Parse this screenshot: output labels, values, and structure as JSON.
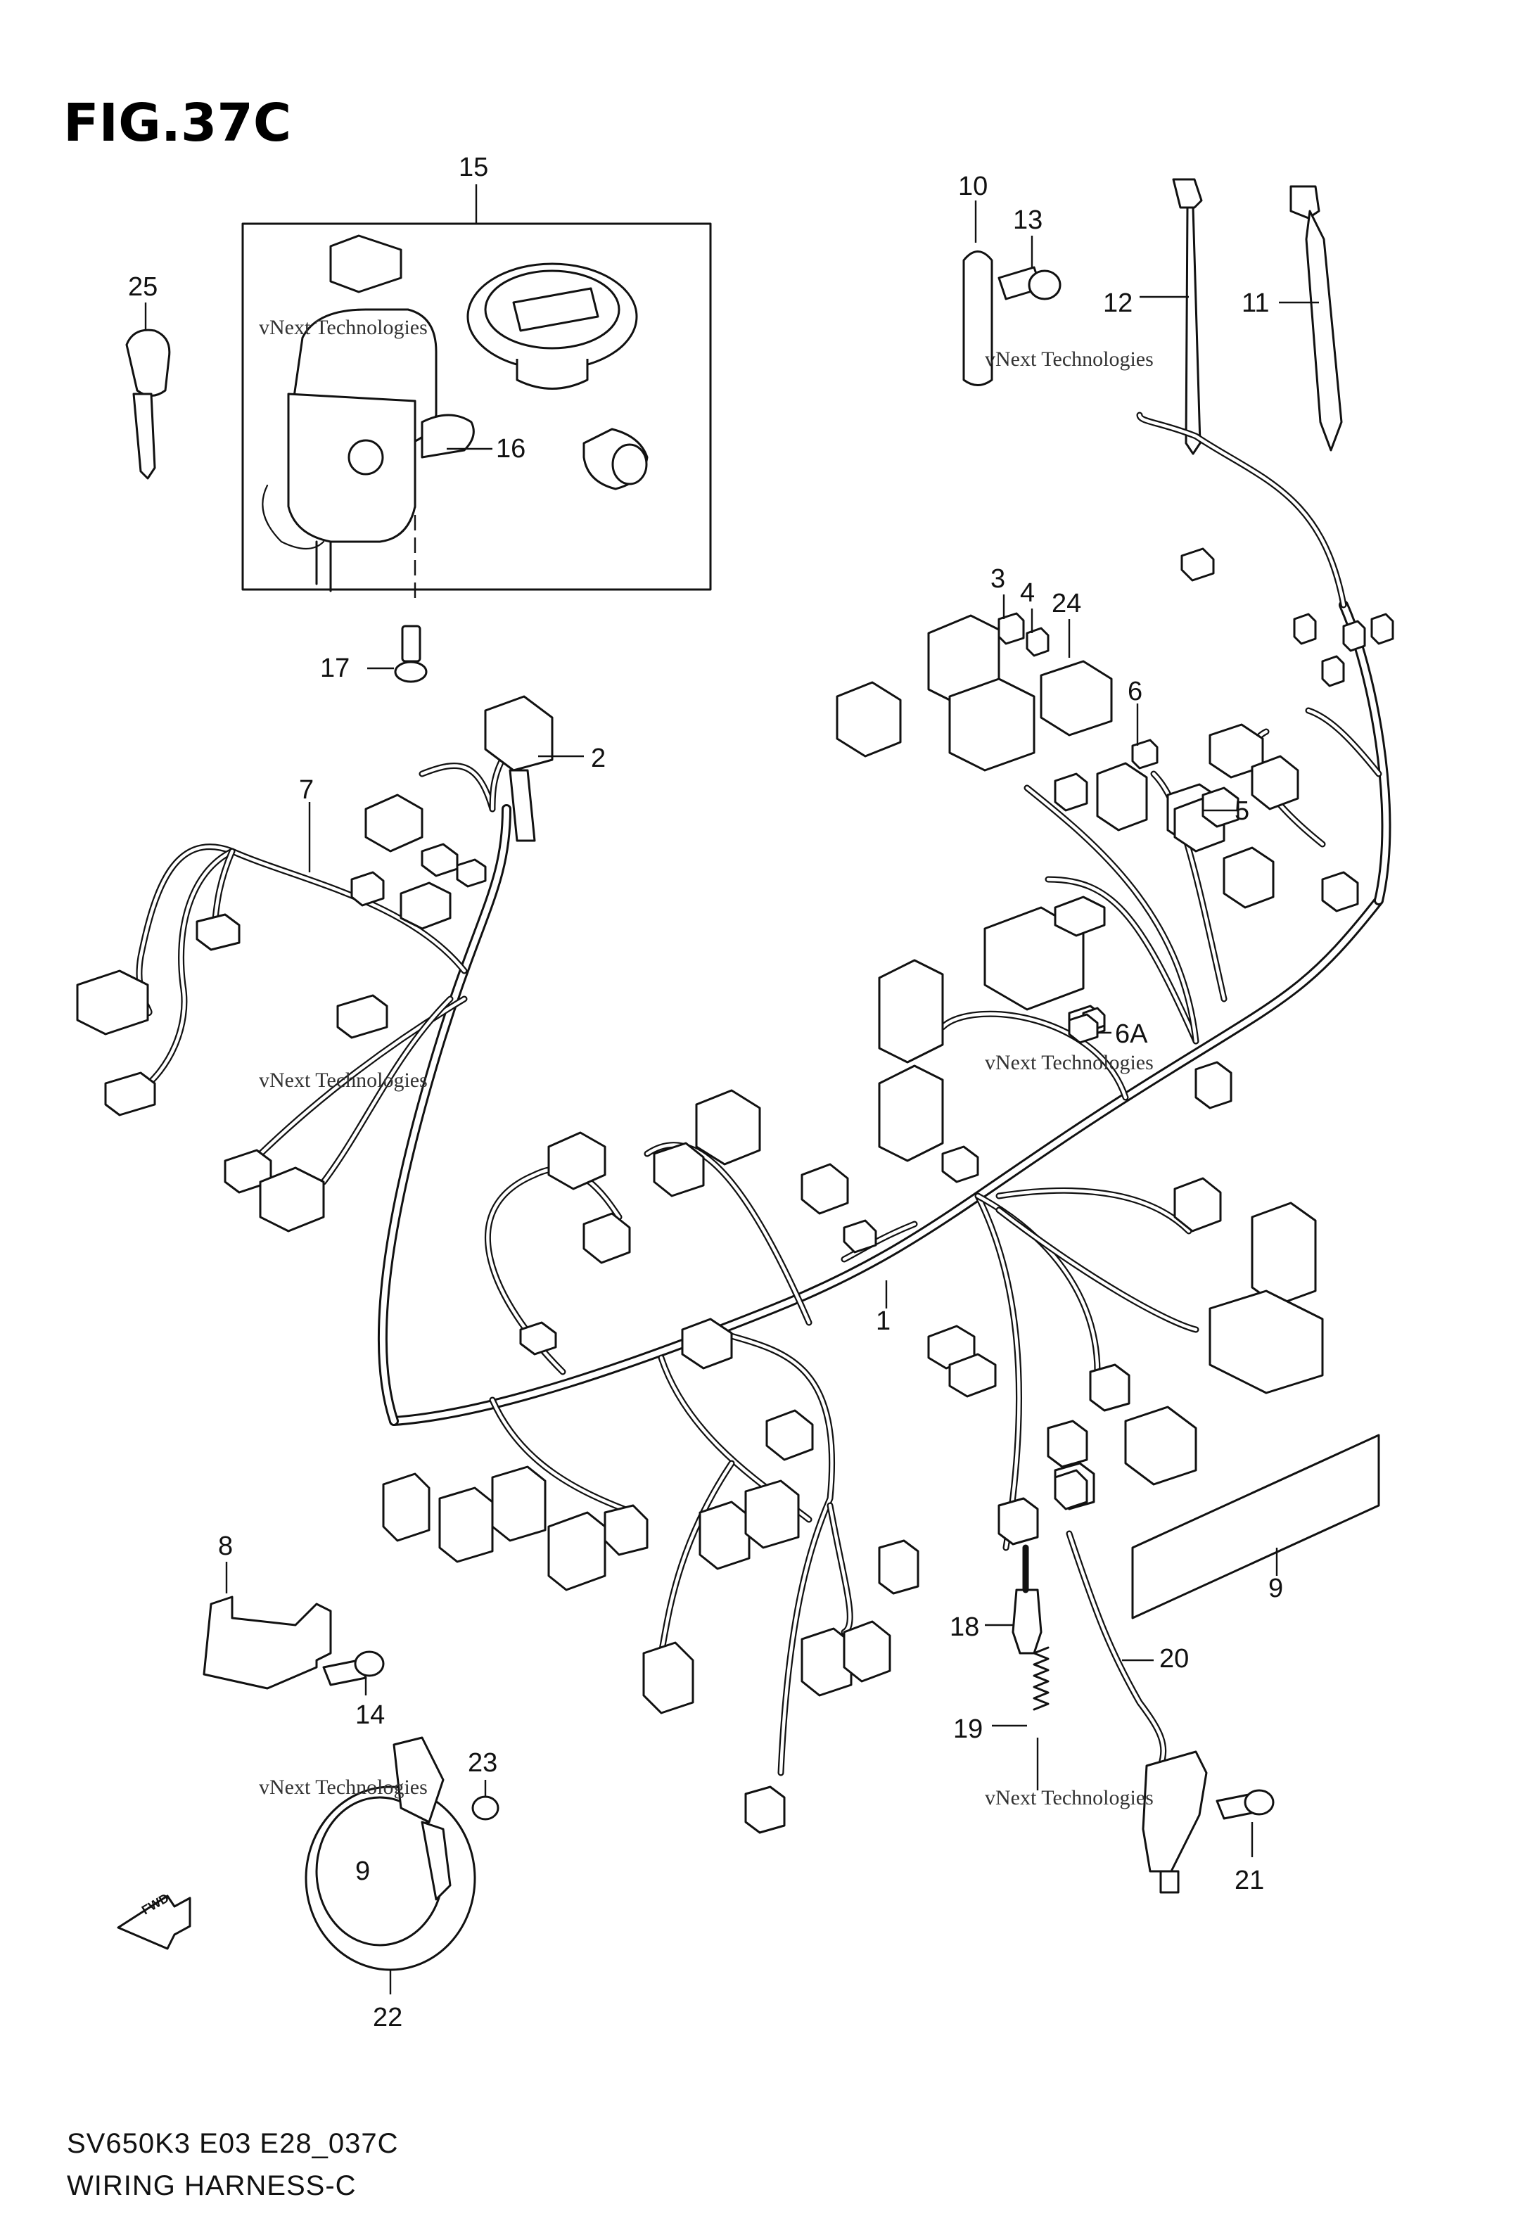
{
  "figure": {
    "title": "FIG.37C"
  },
  "footer": {
    "model_code": "SV650K3 E03 E28_037C",
    "caption": "WIRING HARNESS-C"
  },
  "watermark": {
    "small": "vNext Technologies",
    "large": "vNext\nTechnologies"
  },
  "callouts": [
    "1",
    "2",
    "3",
    "4",
    "5",
    "6",
    "6A",
    "7",
    "8",
    "9",
    "10",
    "11",
    "12",
    "13",
    "14",
    "15",
    "16",
    "17",
    "18",
    "19",
    "20",
    "21",
    "22",
    "23",
    "24",
    "25"
  ],
  "fwd_arrow_label": "FWD",
  "horn_label": "9"
}
